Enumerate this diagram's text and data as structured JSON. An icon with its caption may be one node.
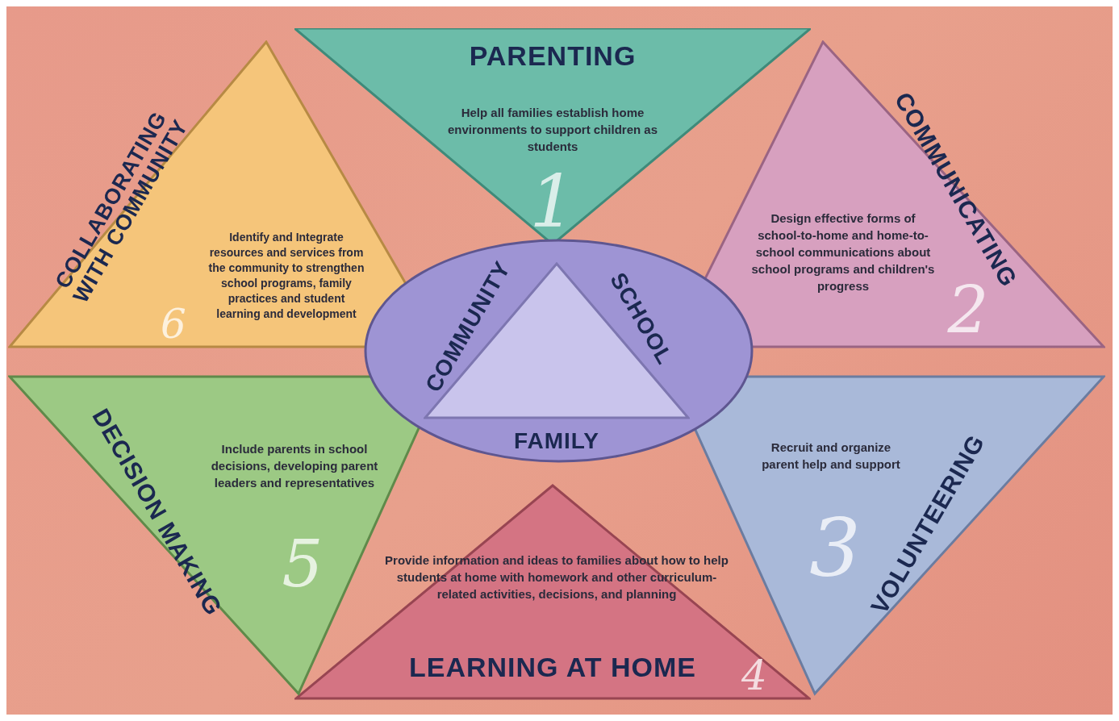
{
  "diagram": {
    "nodes": [
      {
        "text": [
          "PARENTING",
          "Help all families establish home environments to support children as students",
          "1"
        ]
      },
      {
        "text": [
          "COMMUNICATING",
          "Design effective forms of school-to-home and home-to-school communications about school programs and children's progress",
          "2"
        ]
      },
      {
        "text": [
          "VOLUNTEERING",
          "Recruit and organize parent help and support",
          "3"
        ]
      },
      {
        "text": [
          "Provide information and ideas to families about how to help students at home with homework and other curriculum-related activities, decisions, and planning",
          "LEARNING AT HOME",
          "4"
        ]
      },
      {
        "text": [
          "DECISION MAKING",
          "Include parents in school decisions, developing parent leaders and representatives",
          "5"
        ]
      },
      {
        "text": [
          "COLLABORATING WITH COMMUNITY",
          "Identify and Integrate resources and services from the community to strengthen school programs, family practices and student learning and development",
          "6"
        ]
      },
      {
        "text": [
          "COMMUNITY",
          "SCHOOL",
          "FAMILY"
        ]
      },
      {
        "text": [],
        "shape": "triangle",
        "in": 6
      }
    ]
  }
}
